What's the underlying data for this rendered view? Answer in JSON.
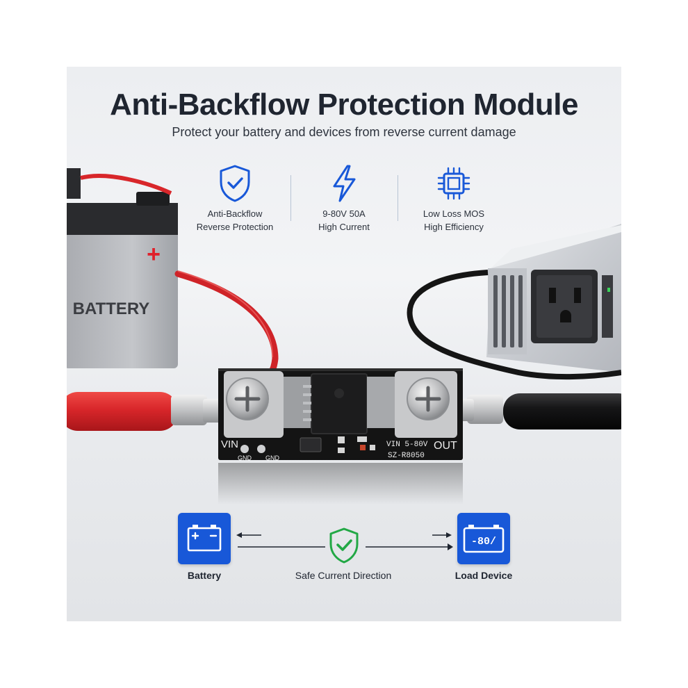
{
  "header": {
    "title": "Anti-Backflow Protection Module",
    "subtitle": "Protect your battery and devices from reverse current damage"
  },
  "features": [
    {
      "icon": "shield-check-icon",
      "line1": "Anti-Backflow",
      "line2": "Reverse Protection"
    },
    {
      "icon": "lightning-bolt-icon",
      "line1": "9-80V 50A",
      "line2": "High Current"
    },
    {
      "icon": "chip-icon",
      "line1": "Low Loss MOS",
      "line2": "High Efficiency"
    }
  ],
  "scene": {
    "battery_label": "BATTERY",
    "battery_plus": "+",
    "board": {
      "vin": "VIN",
      "out": "OUT",
      "gnd1": "GND",
      "gnd2": "GND",
      "rating": "VIN  5-80V",
      "model": "SZ-R8050"
    }
  },
  "flow": {
    "left": {
      "label": "Battery",
      "icon": "battery-icon"
    },
    "center": {
      "label": "Safe Current Direction",
      "icon": "shield-check-icon"
    },
    "right": {
      "label": "Load Device",
      "icon": "load-display-icon",
      "display_text": "-80/"
    }
  },
  "colors": {
    "accent_blue": "#1858d8",
    "check_green": "#22a845",
    "title_dark": "#1f2530",
    "cable_red": "#d8262a",
    "pcb_black": "#141414"
  }
}
